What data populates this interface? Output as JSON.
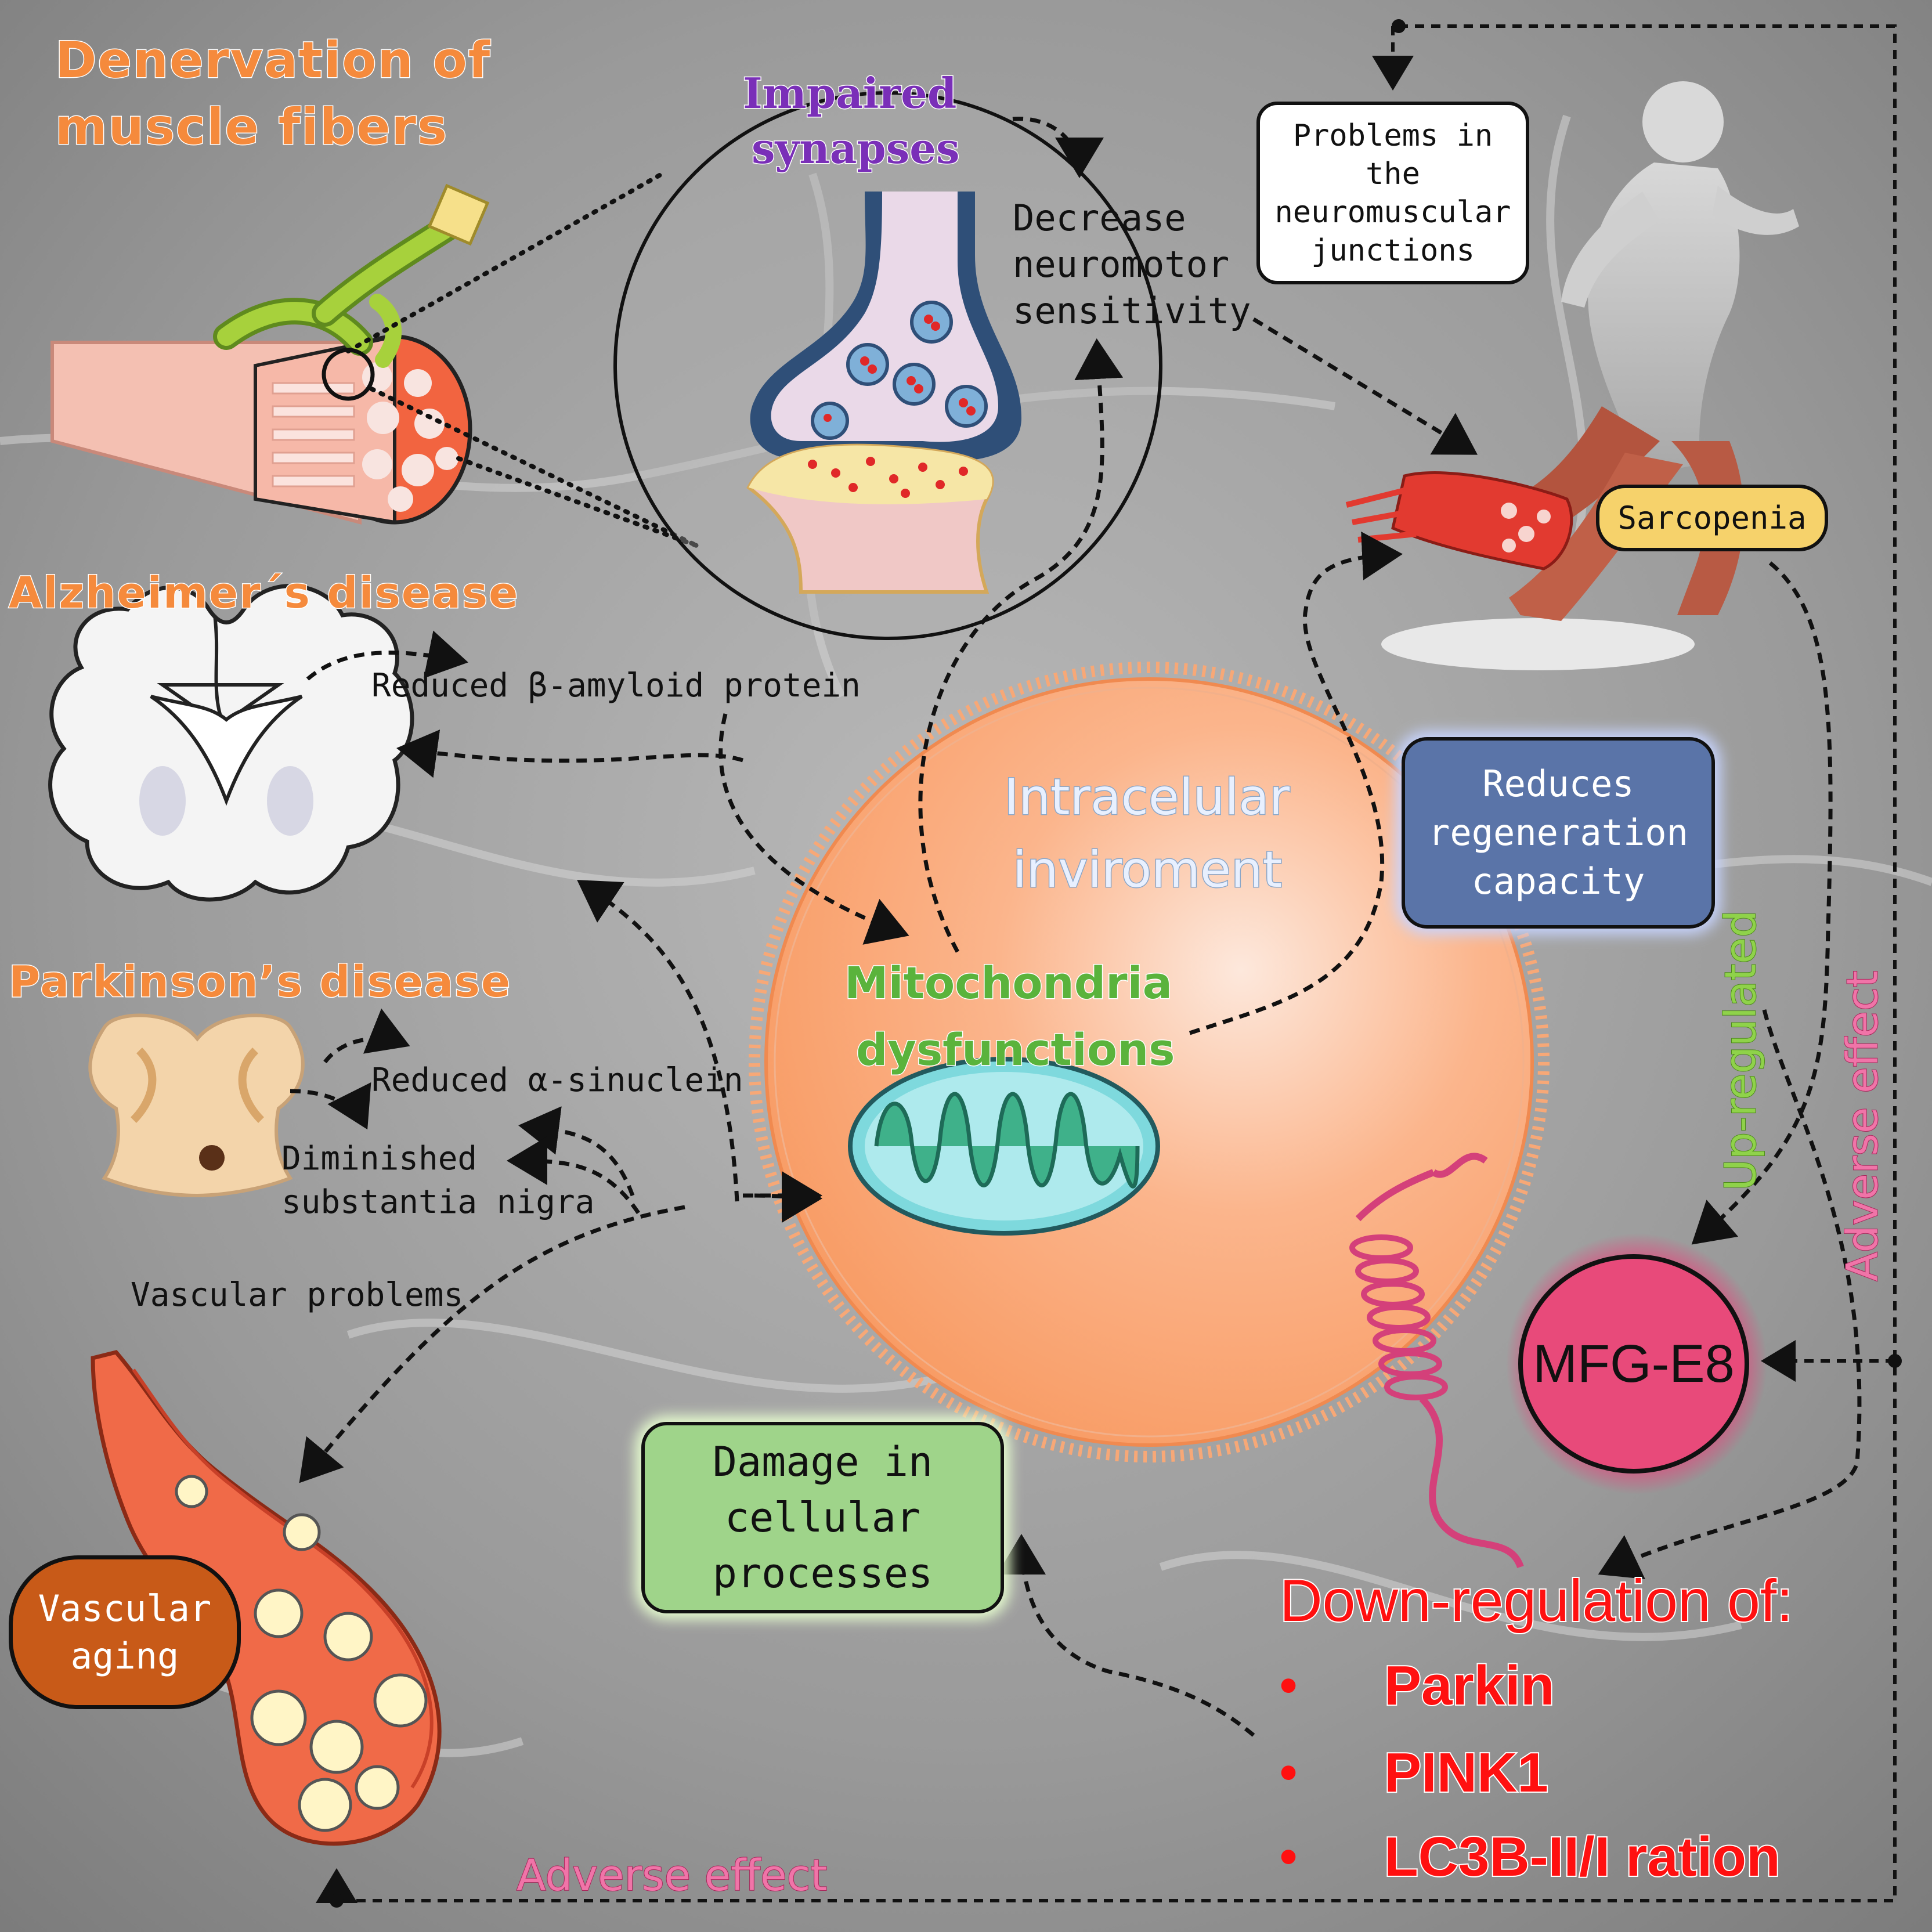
{
  "titles": {
    "denervation": [
      "Denervation of",
      "muscle fibers"
    ],
    "impaired_synapses": [
      "Impaired",
      "synapses"
    ],
    "alzheimers": "Alzheimer´s disease",
    "parkinsons": "Parkinson’s disease",
    "intracellular": [
      "Intracelular",
      "inviroment"
    ],
    "mito": [
      "Mitochondria",
      "dysfunctions"
    ]
  },
  "labels": {
    "decrease": [
      "Decrease",
      "neuromotor",
      "sensitivity"
    ],
    "nmj": [
      "Problems in",
      "the",
      "neuromuscular",
      "junctions"
    ],
    "sarcopenia": "Sarcopenia",
    "beta": "Reduced β-amyloid protein",
    "alpha": "Reduced α-sinuclein",
    "nigra": [
      "Diminished",
      "substantia nigra"
    ],
    "vascular_problems": "Vascular problems",
    "vascular_aging": [
      "Vascular",
      "aging"
    ],
    "regeneration": [
      "Reduces",
      "regeneration",
      "capacity"
    ],
    "damage": [
      "Damage in",
      "cellular",
      "processes"
    ],
    "mfge8": "MFG-E8",
    "upregulated": "Up-regulated",
    "adverse_right": "Adverse effect",
    "adverse_bottom": "Adverse effect"
  },
  "downregulation": {
    "heading": "Down-regulation of:",
    "bullet_glyph": "•",
    "items": [
      "Parkin",
      "PINK1",
      "LC3B-II/I ration"
    ]
  },
  "colors": {
    "orange_title": "#f58a3c",
    "purple": "#7a2fb8",
    "green": "#5ab33c",
    "red": "#ff1010",
    "pink": "#d63c78",
    "mfge8_fill": "#e84a7a",
    "regeneration_fill": "#5a74a8",
    "damage_fill": "#9fd48a",
    "sarcopenia_fill": "#f6d26b",
    "vascular_aging_fill": "#c85a18",
    "cell_fill": "#f9a874"
  }
}
